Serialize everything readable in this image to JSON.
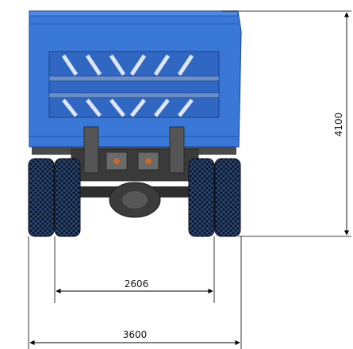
{
  "drawing": {
    "title": "",
    "view": "rear view",
    "colors": {
      "body_blue": "#3a78d8",
      "body_blue_dark": "#1f4fa8",
      "chassis_dark": "#2b2b2b",
      "tire": "#111318",
      "tire_tread_blue": "#2a5fb0",
      "dimension_line": "#000000"
    }
  },
  "dimensions": {
    "height": "4100",
    "track_width": "2606",
    "overall_width": "3600"
  }
}
